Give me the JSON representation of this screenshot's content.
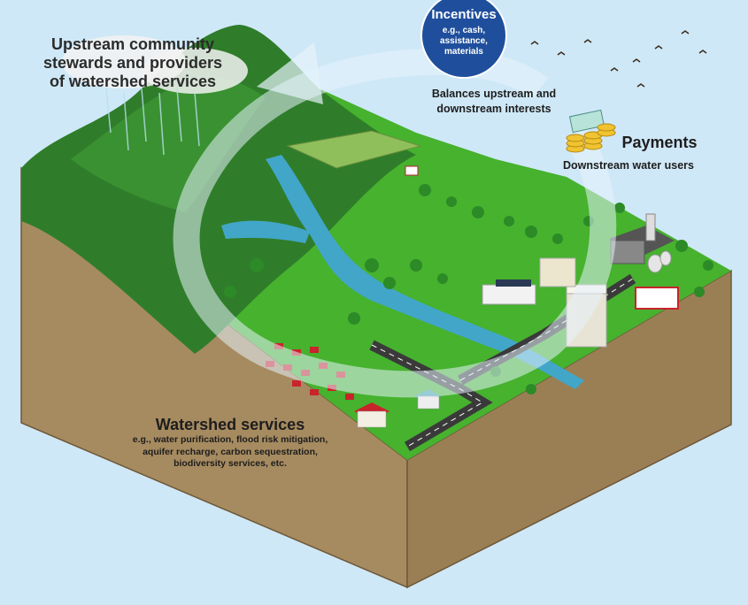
{
  "upstream": {
    "title_line1": "Upstream community",
    "title_line2": "stewards and providers",
    "title_line3": "of watershed services"
  },
  "incentives": {
    "title": "Incentives",
    "sub_line1": "e.g., cash,",
    "sub_line2": "assistance,",
    "sub_line3": "materials"
  },
  "balances": {
    "line1": "Balances upstream and",
    "line2": "downstream interests"
  },
  "payments": {
    "title": "Payments",
    "subtitle": "Downstream water users"
  },
  "services": {
    "title": "Watershed services",
    "line1": "e.g., water purification, flood risk mitigation,",
    "line2": "aquifer recharge, carbon sequestration,",
    "line3": "biodiversity services, etc."
  },
  "colors": {
    "sky": "#cfe8f7",
    "soil": "#a68b60",
    "soil_dark": "#8a704a",
    "grass": "#43b02a",
    "forest": "#2f7d2a",
    "river": "#42a6c9",
    "incentive_circle": "#1f4f9c",
    "arrow": "#e6f3fb"
  }
}
